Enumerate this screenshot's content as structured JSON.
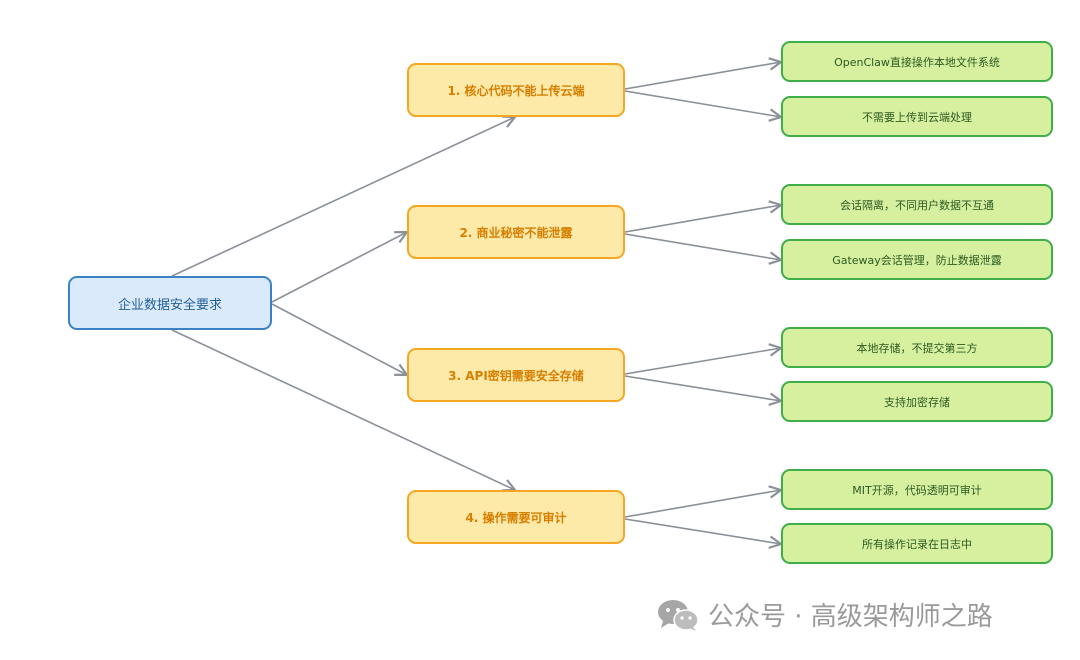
{
  "diagram": {
    "root": {
      "label": "企业数据安全要求"
    },
    "branches": [
      {
        "label": "1. 核心代码不能上传云端",
        "children": [
          "OpenClaw直接操作本地文件系统",
          "不需要上传到云端处理"
        ]
      },
      {
        "label": "2. 商业秘密不能泄露",
        "children": [
          "会话隔离，不同用户数据不互通",
          "Gateway会话管理，防止数据泄露"
        ]
      },
      {
        "label": "3. API密钥需要安全存储",
        "children": [
          "本地存储，不提交第三方",
          "支持加密存储"
        ]
      },
      {
        "label": "4. 操作需要可审计",
        "children": [
          "MIT开源，代码透明可审计",
          "所有操作记录在日志中"
        ]
      }
    ]
  },
  "watermark": {
    "text": "公众号 · 高级架构师之路",
    "icon": "wechat-icon"
  },
  "colors": {
    "root_fill": "#dbeafa",
    "root_border": "#3b82c4",
    "branch_fill": "#fde9a8",
    "branch_border": "#f5a623",
    "leaf_fill": "#d6f0a0",
    "leaf_border": "#3fae49",
    "edge": "#8a9099"
  }
}
